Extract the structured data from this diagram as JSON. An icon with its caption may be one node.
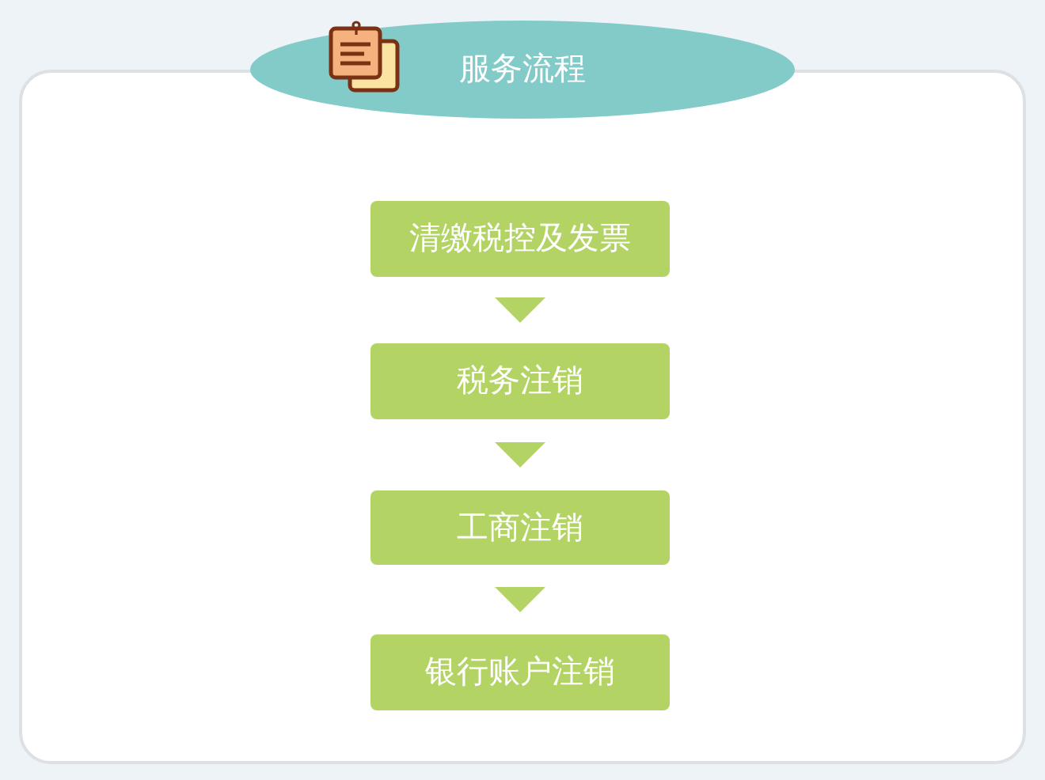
{
  "diagram": {
    "title": "服务流程",
    "nodes": [
      {
        "text": [
          "清缴税控及发票"
        ]
      },
      {
        "text": [
          "税务注销"
        ]
      },
      {
        "text": [
          "工商注销"
        ]
      },
      {
        "text": [
          "银行账户注销"
        ]
      }
    ],
    "edges": [
      {
        "from": 0,
        "to": 1,
        "arrow": "to"
      },
      {
        "from": 1,
        "to": 2,
        "arrow": "to"
      },
      {
        "from": 2,
        "to": 3,
        "arrow": "to"
      }
    ]
  }
}
